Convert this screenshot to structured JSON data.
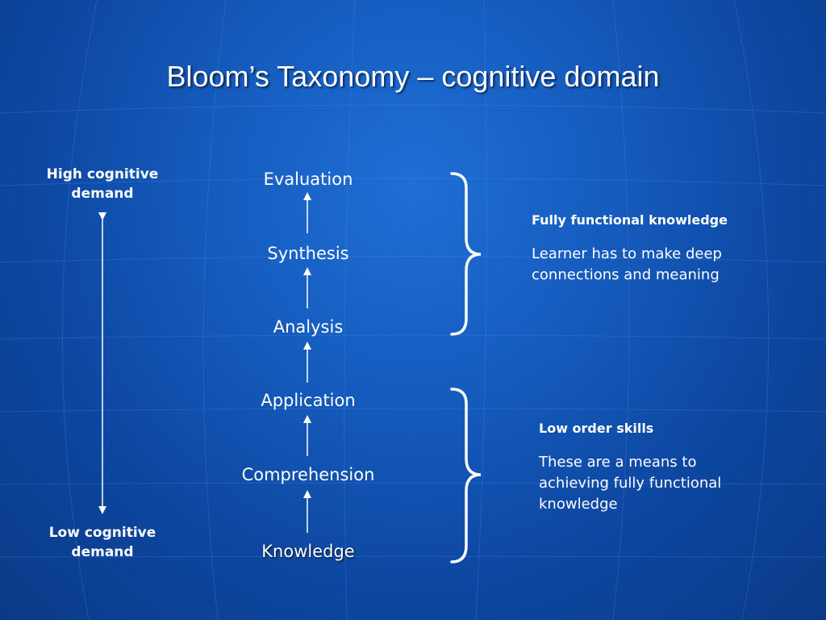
{
  "slide": {
    "title": "Bloom’s Taxonomy – cognitive domain",
    "high_label_line1": "High cognitive",
    "high_label_line2": "demand",
    "low_label_line1": "Low cognitive",
    "low_label_line2": "demand",
    "levels": [
      "Evaluation",
      "Synthesis",
      "Analysis",
      "Application",
      "Comprehension",
      "Knowledge"
    ],
    "upper_group": {
      "heading": "Fully functional knowledge",
      "desc_line1": "Learner has to make deep",
      "desc_line2": "connections and meaning"
    },
    "lower_group": {
      "heading": "Low order skills",
      "desc_line1": "These are a means to",
      "desc_line2": "achieving fully functional",
      "desc_line3": "knowledge"
    }
  },
  "colors": {
    "background": "#0d47a1",
    "text": "#ffffff"
  }
}
